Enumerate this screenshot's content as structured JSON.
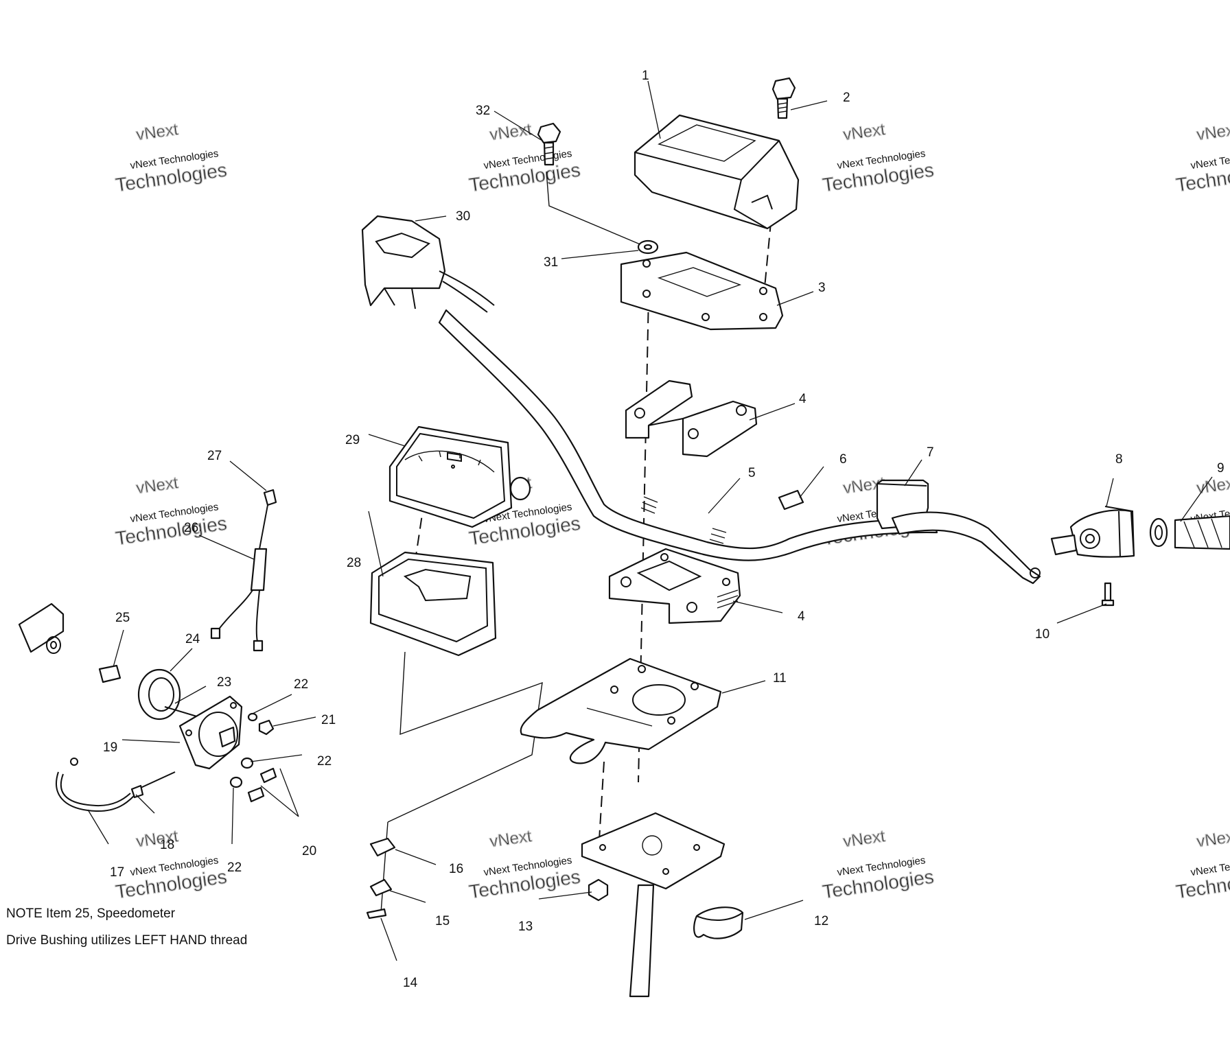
{
  "callouts": [
    "1",
    "2",
    "3",
    "4",
    "4",
    "5",
    "6",
    "7",
    "8",
    "9",
    "10",
    "11",
    "12",
    "13",
    "14",
    "15",
    "16",
    "17",
    "18",
    "19",
    "20",
    "21",
    "22",
    "22",
    "22",
    "23",
    "24",
    "25",
    "26",
    "27",
    "28",
    "29",
    "30",
    "31",
    "32"
  ],
  "note": {
    "line1": "NOTE  Item 25, Speedometer",
    "line2": "Drive Bushing utilizes LEFT HAND thread"
  },
  "watermark": {
    "line1": "vNext",
    "line2": "vNext Technologies",
    "line3": "Technologies"
  }
}
